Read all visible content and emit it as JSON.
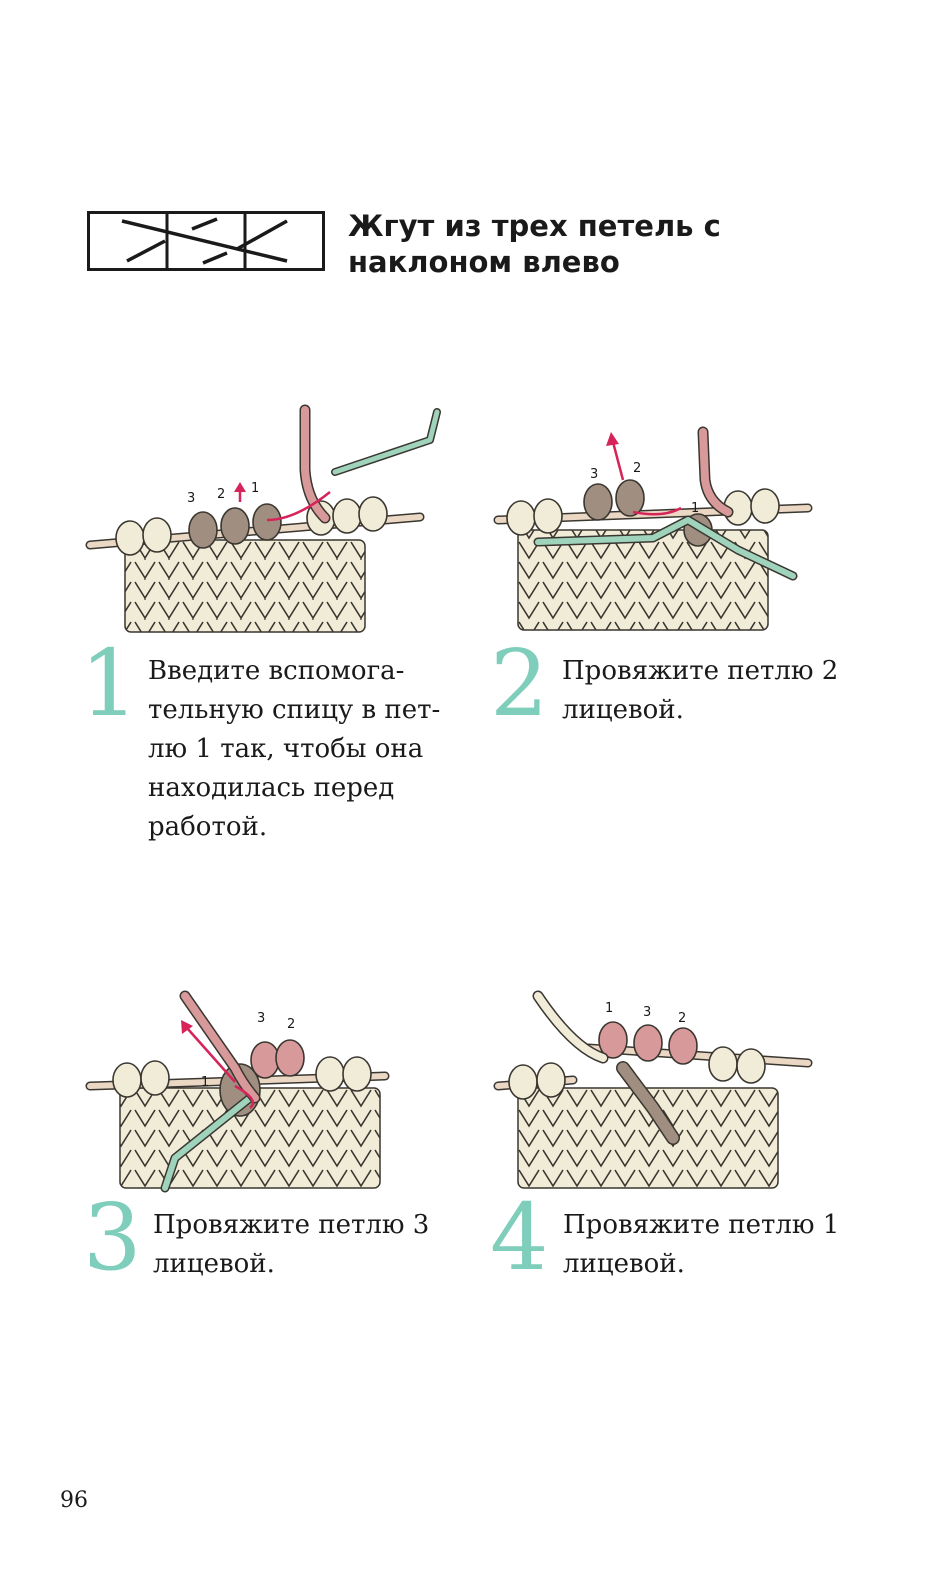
{
  "header": {
    "title": "Жгут из трех петель с наклоном влево"
  },
  "colors": {
    "accent": "#7fcdbb",
    "yarn_cream": "#f1ecd8",
    "loop_taupe": "#a08f80",
    "loop_pink": "#d8999a",
    "cable_needle": "#9fd3bc",
    "arrow": "#d6245a",
    "needle": "#ead8c4"
  },
  "steps": [
    {
      "number": "1",
      "text": "Введите вспомога-\nтельную спицу в пет-\nлю 1 так, чтобы она\nнаходилась перед\nработой.",
      "labels": [
        "3",
        "2",
        "1"
      ]
    },
    {
      "number": "2",
      "text": "Провяжите петлю 2\nлицевой.",
      "labels": [
        "3",
        "2",
        "1"
      ]
    },
    {
      "number": "3",
      "text": "Провяжите петлю 3\nлицевой.",
      "labels": [
        "3",
        "2",
        "1"
      ]
    },
    {
      "number": "4",
      "text": "Провяжите петлю 1\nлицевой.",
      "labels": [
        "1",
        "3",
        "2"
      ]
    }
  ],
  "footer": {
    "page_number": "96"
  }
}
